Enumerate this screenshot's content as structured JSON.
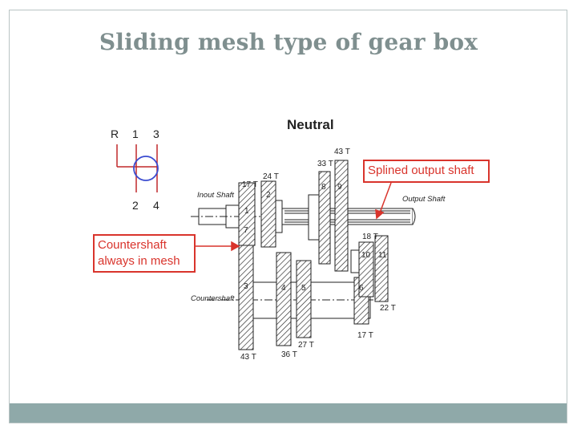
{
  "slide": {
    "title": "Sliding mesh type of gear box"
  },
  "diagram": {
    "heading": "Neutral",
    "shift_pattern": {
      "top": [
        "R",
        "1",
        "3"
      ],
      "bottom": [
        "2",
        "4"
      ]
    },
    "shafts": {
      "input": "Inout Shaft",
      "output": "Output Shaft",
      "counter": "Countershaft"
    },
    "teeth_labels": {
      "t17_top": "17 T",
      "t24": "24 T",
      "t33": "33 T",
      "t43_top": "43 T",
      "t18": "18 T",
      "t22": "22 T",
      "t17_bottom": "17 T",
      "t27": "27 T",
      "t36": "36 T",
      "t43_bottom": "43 T"
    },
    "gear_numbers": [
      "1",
      "2",
      "3",
      "4",
      "5",
      "6",
      "7",
      "8",
      "9",
      "10",
      "11"
    ],
    "callouts": {
      "splined": "Splined output shaft",
      "countershaft": [
        "Countershaft",
        "always in mesh"
      ]
    },
    "colors": {
      "callout": "#d9342c",
      "title": "#7f8f8f",
      "footer": "#8fa9a9"
    }
  }
}
